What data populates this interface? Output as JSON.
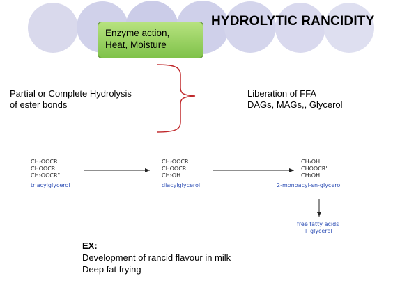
{
  "title": "HYDROLYTIC RANCIDITY",
  "conditions": {
    "line1": "Enzyme action,",
    "line2": "Heat, Moisture"
  },
  "left_text": {
    "line1": "Partial or Complete Hydrolysis",
    "line2": "of ester bonds"
  },
  "right_text": {
    "line1": "Liberation of FFA",
    "line2": "DAGs, MAGs,, Glycerol"
  },
  "reaction": {
    "triacylglycerol": {
      "lines": [
        "CH₂OOCR",
        "CHOOCR'",
        "CH₂OOCR\""
      ],
      "name": "triacylglycerol"
    },
    "diacylglycerol": {
      "lines": [
        "CH₂OOCR",
        "CHOOCR'",
        "CH₂OH"
      ],
      "name": "diacylglycerol"
    },
    "monoacylglycerol": {
      "lines": [
        "CH₂OH",
        "CHOOCR'",
        "CH₂OH"
      ],
      "name": "2-monoacyl-sn-glycerol"
    },
    "products": {
      "line1": "free fatty acids",
      "line2": "+ glycerol"
    }
  },
  "examples": {
    "heading": "EX:",
    "items": [
      "Development of rancid flavour in milk",
      "Deep fat frying"
    ]
  },
  "colors": {
    "circle": "#cfd0ea",
    "box": "#8fcd55",
    "brace": "#c0282b",
    "compound_name": "#2e4fb5"
  }
}
